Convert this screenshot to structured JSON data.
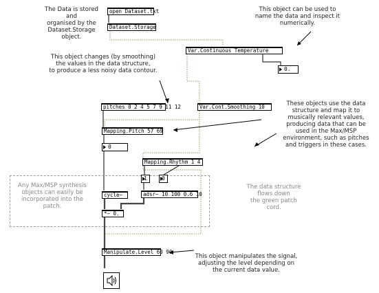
{
  "comments": {
    "dataset_note": "The Data is stored and\norganised by the\nDataset.Storage object.",
    "var_note": "This object can be used to\nname the data and inspect it\nnumerically.",
    "smoothing_note": "This object changes (by smoothing)\nthe values in the data structure,\nto produce a less noisy data contour.",
    "mapping_note": "These objects use the data\nstructure and map it to\nmusically relevant values,\nproducing data that can be\nused in the Max/MSP\nenvironment, such as pitches\nand triggers in these cases.",
    "synthesis_note": "Any Max/MSP synthesis\nobjects can easily be\nincorporated into the\npatch.",
    "flow_note": "The data structure\nflows down\nthe green patch\ncord.",
    "level_note": "This object manipulates the signal,\nadjusting the level depending on\nthe current data value."
  },
  "objects": {
    "open_dataset": "open Dataset.txt",
    "dataset_storage": "Dataset.Storage",
    "var_continuous": "Var.Continuous Temperature",
    "var_cont_smoothing": "Var.Cont.Smoothing 10",
    "pitches": "pitches 0 2 4 5 7 9 11 12",
    "mapping_pitch": "Mapping.Pitch 57 69",
    "mapping_rhythm": "Mapping.Rhythm 1 4",
    "cycle": "cycle~",
    "adsr": "adsr~ 10 100 0.6 10",
    "mult": "*~ 0.",
    "manipulate_level": "Manipulate.Level 60 90"
  },
  "number_boxes": {
    "var_value": "0.",
    "pitch_value": "0",
    "rhythm_left": "1",
    "rhythm_right": "0"
  },
  "colors": {
    "data_cord": "#8cc63f",
    "signal_cord": "#333333",
    "message_cord": "#000000",
    "dashed": "#999999"
  },
  "icons": {
    "speaker": "speaker-icon"
  }
}
